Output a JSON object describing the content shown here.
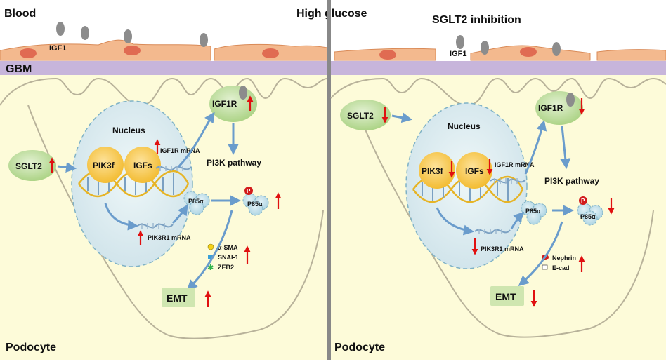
{
  "left_panel": {
    "blood_label": "Blood",
    "condition_label": "High glucose",
    "gbm_label": "GBM",
    "igf1_label": "IGF1",
    "podocyte_label": "Podocyte",
    "nucleus_label": "Nucleus",
    "sglt2_label": "SGLT2",
    "pik3f_label": "PIK3f",
    "igfs_label": "IGFs",
    "igf1r_mrna_label": "IGF1R mRNA",
    "pik3r1_mrna_label": "PIK3R1 mRNA",
    "igf1r_label": "IGF1R",
    "pi3k_label": "PI3K pathway",
    "p85a_label": "P85α",
    "p85a_phos_label": "P85α",
    "phospho_label": "P",
    "markers": [
      "α-SMA",
      "SNAI-1",
      "ZEB2"
    ],
    "emt_label": "EMT"
  },
  "right_panel": {
    "condition_label": "SGLT2 inhibition",
    "igf1_label": "IGF1",
    "podocyte_label": "Podocyte",
    "nucleus_label": "Nucleus",
    "sglt2_label": "SGLT2",
    "pik3f_label": "PIK3f",
    "igfs_label": "IGFs",
    "igf1r_mrna_label": "IGF1R mRNA",
    "pik3r1_mrna_label": "PIK3R1 mRNA",
    "igf1r_label": "IGF1R",
    "pi3k_label": "PI3K pathway",
    "p85a_label": "P85α",
    "p85a_phos_label": "P85α",
    "phospho_label": "P",
    "markers": [
      "Nephrin",
      "E-cad"
    ],
    "emt_label": "EMT"
  },
  "colors": {
    "cytoplasm": "#fdfbd9",
    "gbm": "#c7b5db",
    "endothelium": "#f3b98e",
    "nucleus_fill": "#dbecf0",
    "protein_green": "#c6e2a6",
    "gene_yellow": "#f7c642",
    "arrow_blue": "#6a9ccc",
    "arrow_red": "#e01010",
    "divider": "#888888"
  }
}
